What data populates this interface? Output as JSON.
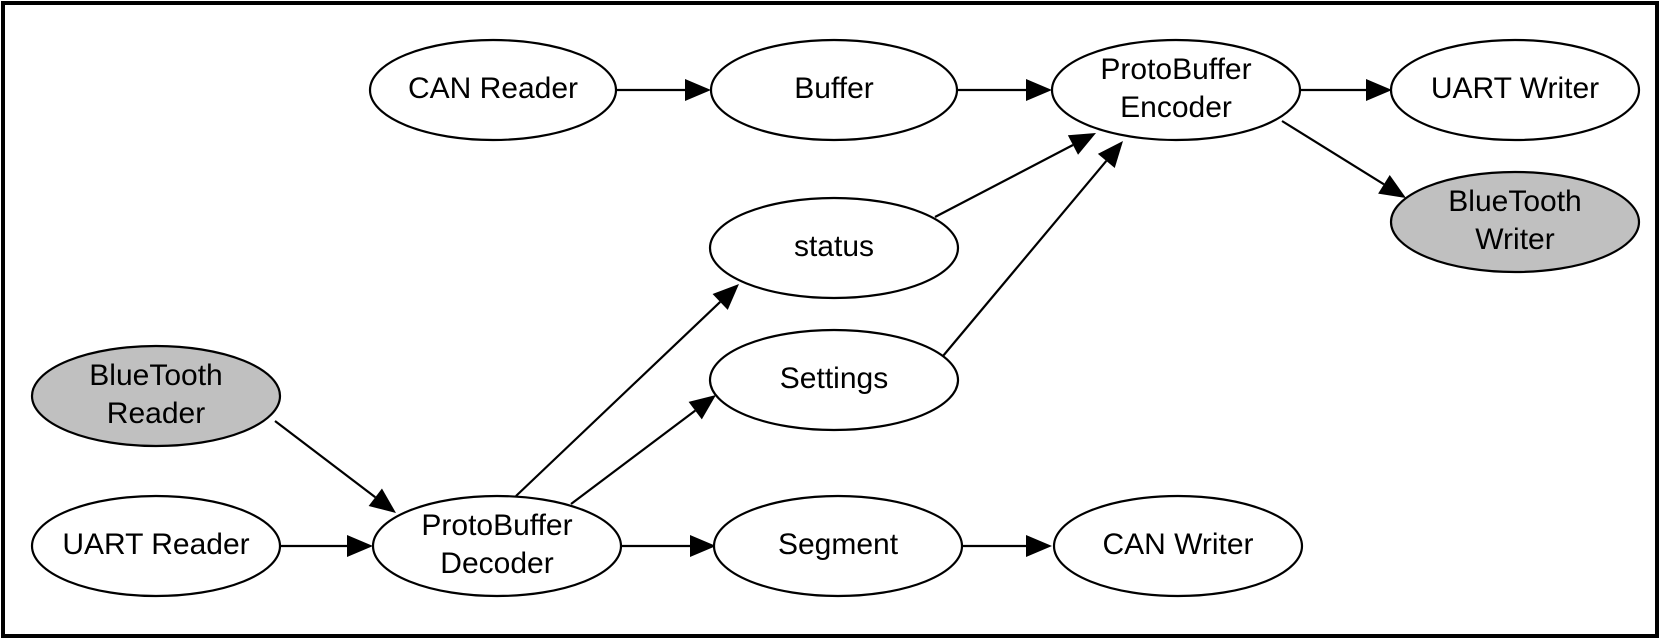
{
  "colors": {
    "default_fill": "#ffffff",
    "highlight_fill": "#c0c0c0",
    "stroke": "#000000"
  },
  "nodes": [
    {
      "id": "can-reader",
      "lines": [
        "CAN Reader"
      ],
      "highlight": false
    },
    {
      "id": "buffer",
      "lines": [
        "Buffer"
      ],
      "highlight": false
    },
    {
      "id": "protobuffer-encoder",
      "lines": [
        "ProtoBuffer",
        "Encoder"
      ],
      "highlight": false
    },
    {
      "id": "uart-writer",
      "lines": [
        "UART Writer"
      ],
      "highlight": false
    },
    {
      "id": "bluetooth-writer",
      "lines": [
        "BlueTooth",
        "Writer"
      ],
      "highlight": true
    },
    {
      "id": "status",
      "lines": [
        "status"
      ],
      "highlight": false
    },
    {
      "id": "settings",
      "lines": [
        "Settings"
      ],
      "highlight": false
    },
    {
      "id": "bluetooth-reader",
      "lines": [
        "BlueTooth",
        "Reader"
      ],
      "highlight": true
    },
    {
      "id": "uart-reader",
      "lines": [
        "UART Reader"
      ],
      "highlight": false
    },
    {
      "id": "protobuffer-decoder",
      "lines": [
        "ProtoBuffer",
        "Decoder"
      ],
      "highlight": false
    },
    {
      "id": "segment",
      "lines": [
        "Segment"
      ],
      "highlight": false
    },
    {
      "id": "can-writer",
      "lines": [
        "CAN Writer"
      ],
      "highlight": false
    }
  ],
  "edges": [
    {
      "from": "can-reader",
      "to": "buffer"
    },
    {
      "from": "buffer",
      "to": "protobuffer-encoder"
    },
    {
      "from": "protobuffer-encoder",
      "to": "uart-writer"
    },
    {
      "from": "protobuffer-encoder",
      "to": "bluetooth-writer"
    },
    {
      "from": "status",
      "to": "protobuffer-encoder"
    },
    {
      "from": "settings",
      "to": "protobuffer-encoder"
    },
    {
      "from": "bluetooth-reader",
      "to": "protobuffer-decoder"
    },
    {
      "from": "uart-reader",
      "to": "protobuffer-decoder"
    },
    {
      "from": "protobuffer-decoder",
      "to": "status"
    },
    {
      "from": "protobuffer-decoder",
      "to": "settings"
    },
    {
      "from": "protobuffer-decoder",
      "to": "segment"
    },
    {
      "from": "segment",
      "to": "can-writer"
    }
  ]
}
